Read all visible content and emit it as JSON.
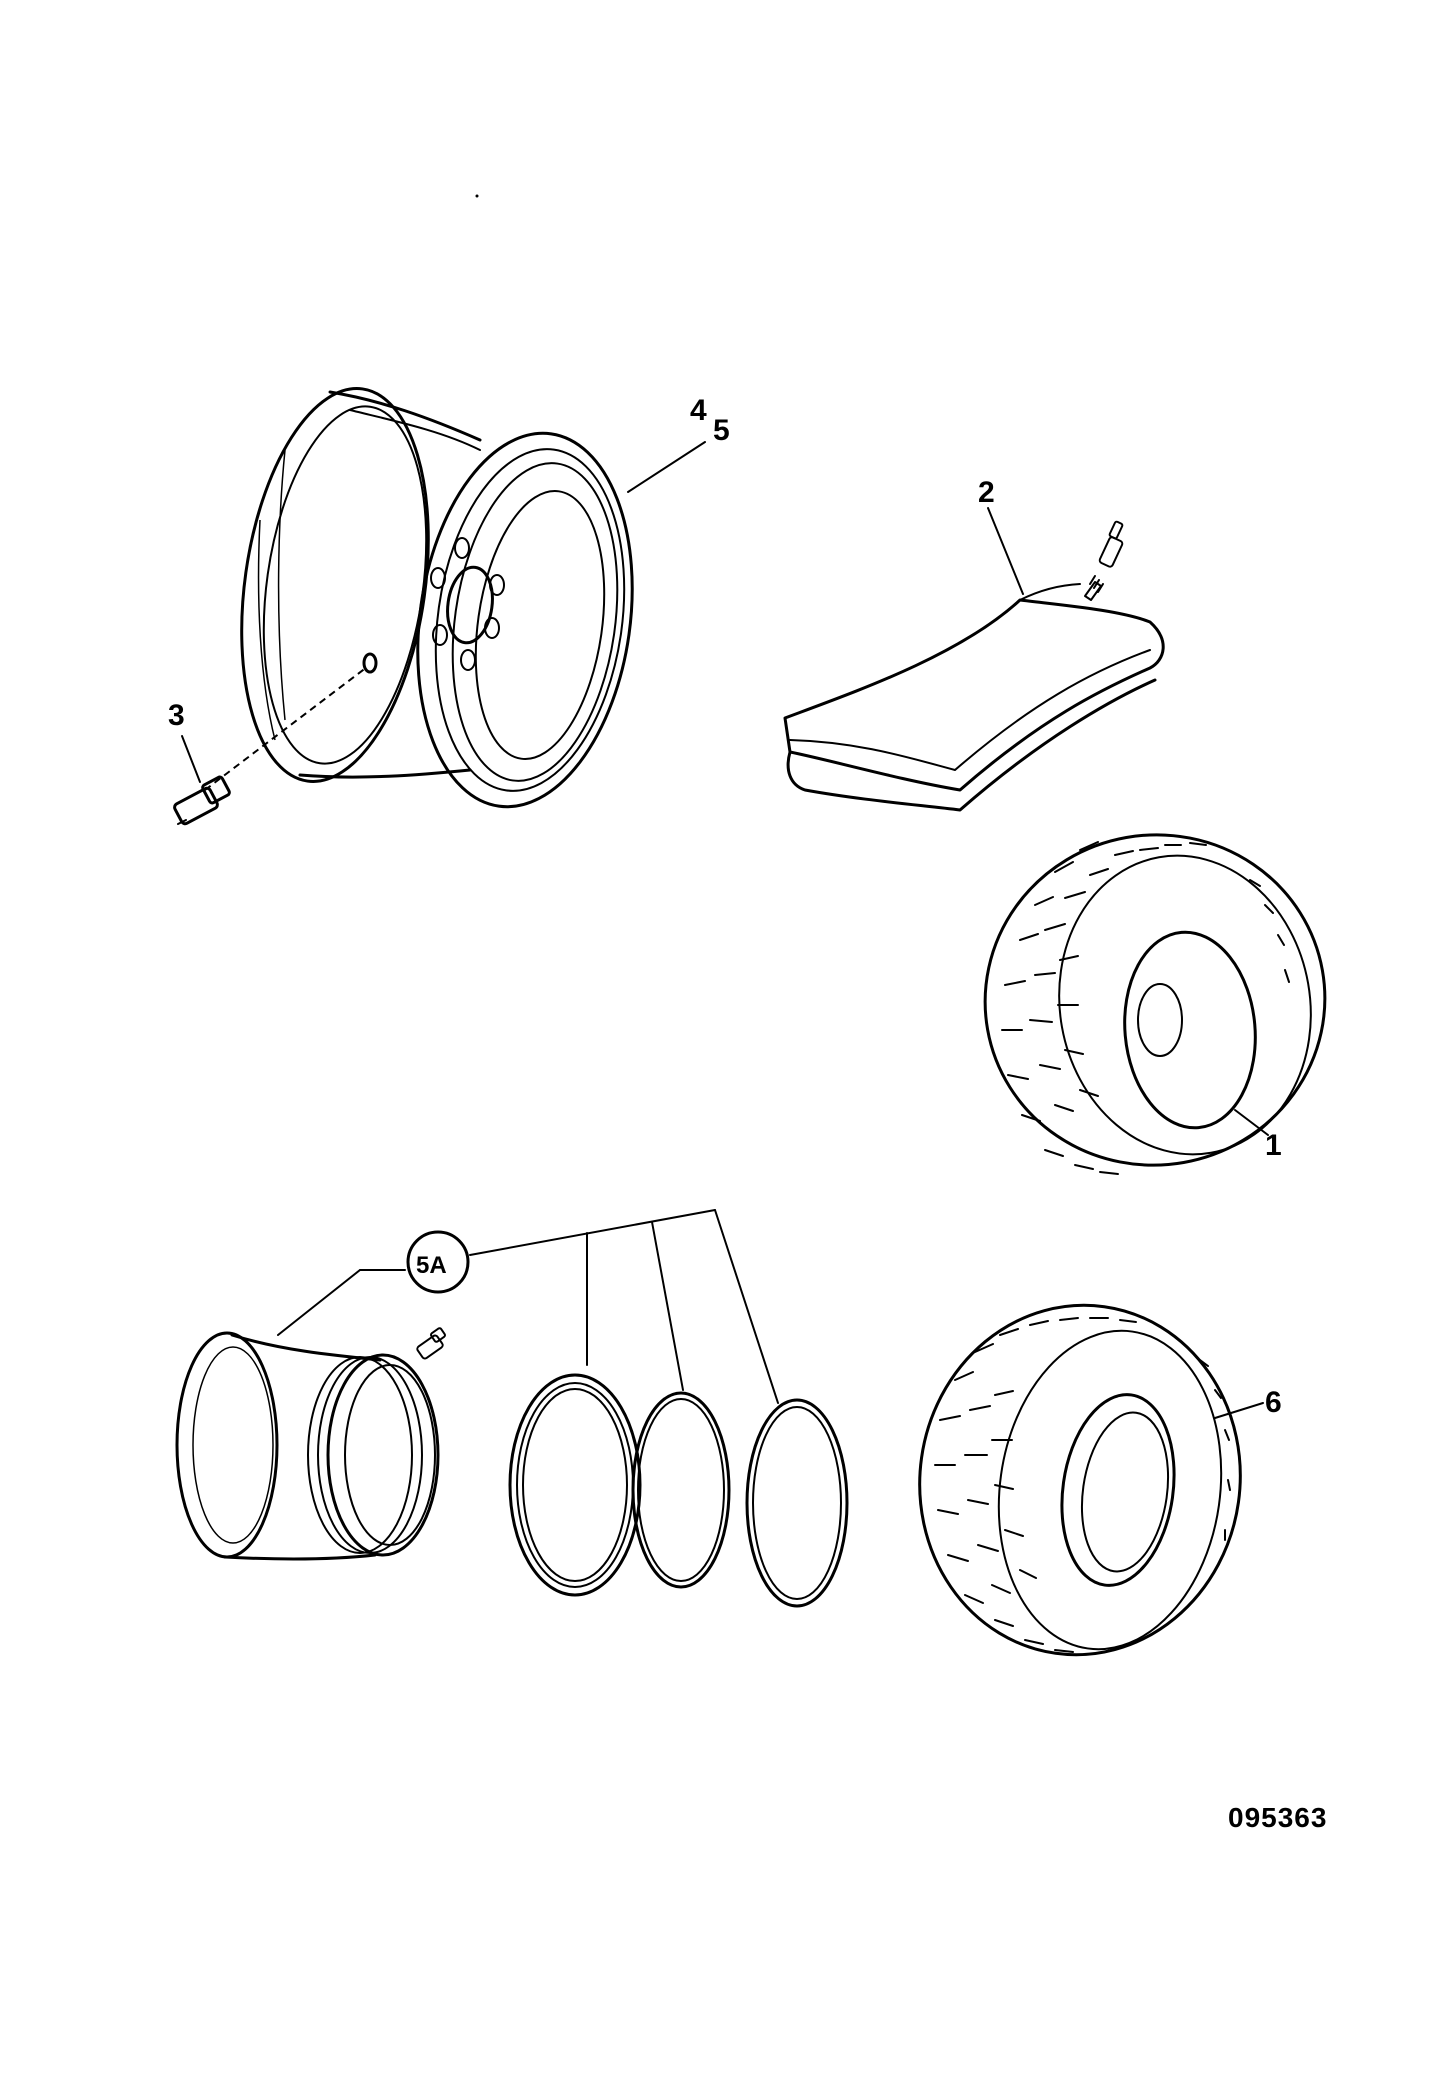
{
  "callouts": {
    "c1": "1",
    "c2": "2",
    "c3": "3",
    "c4": "4",
    "c5": "5",
    "c5a": "5A",
    "c6": "6"
  },
  "figure_number": "095363"
}
